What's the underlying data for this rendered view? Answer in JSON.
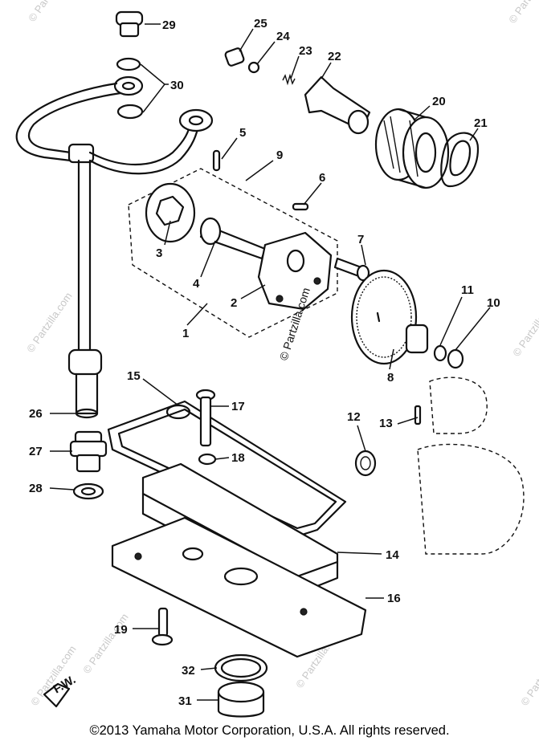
{
  "diagram": {
    "callouts": [
      "29",
      "30",
      "25",
      "24",
      "23",
      "22",
      "20",
      "21",
      "5",
      "9",
      "6",
      "7",
      "3",
      "4",
      "2",
      "1",
      "11",
      "10",
      "8",
      "26",
      "15",
      "17",
      "13",
      "12",
      "27",
      "18",
      "28",
      "14",
      "16",
      "19",
      "32",
      "31"
    ],
    "watermark_main": "© Partzilla.com",
    "watermark_side": "© Partzilla.com",
    "corner_mark": "F.W."
  },
  "footer": {
    "copyright": "©2013  Yamaha Motor Corporation, U.S.A. All rights reserved."
  }
}
